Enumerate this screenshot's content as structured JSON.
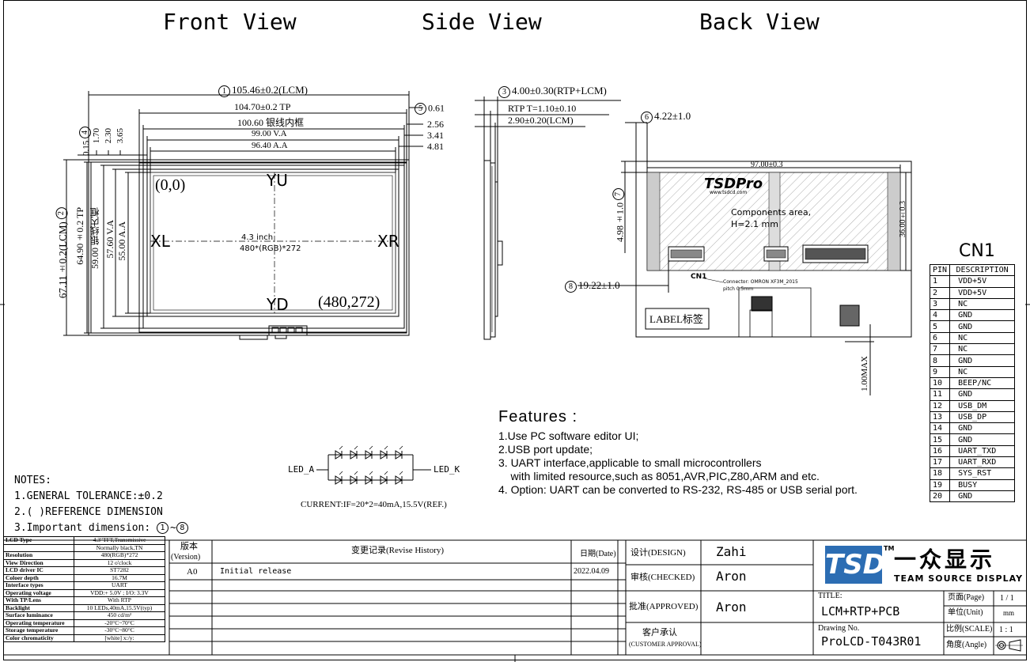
{
  "views": {
    "front": "Front View",
    "side": "Side View",
    "back": "Back View"
  },
  "front": {
    "dims_top": {
      "d1": "105.46±0.2(LCM)",
      "d1_num": "1",
      "d2": "104.70±0.2  TP",
      "d3": "100.60 银线内框",
      "d4": "99.00 V.A",
      "d5": "96.40 A.A",
      "d6": "0.61",
      "d6_num": "5",
      "d7": "2.56",
      "d8": "3.41",
      "d9": "4.81"
    },
    "dims_left": {
      "d1": "67.11±0.2(LCM)",
      "d1_num": "2",
      "d2": "64.90±0.2  TP",
      "d3": "59.00 银线内框",
      "d4": "57.60 V.A",
      "d5": "55.00 A.A",
      "v1": "0.15",
      "v1_num": "4",
      "v2": "1.70",
      "v3": "2.30",
      "v4": "3.65"
    },
    "labels": {
      "origin": "(0,0)",
      "end": "(480,272)",
      "yu": "YU",
      "yd": "YD",
      "xl": "XL",
      "xr": "XR",
      "size": "4.3 inch",
      "res": "480*(RGB)*272"
    }
  },
  "side": {
    "d1": "4.00±0.30(RTP+LCM)",
    "d1_num": "3",
    "d2": "RTP T=1.10±0.10",
    "d3": "2.90±0.20(LCM)"
  },
  "back": {
    "d_top": "97.00±0.3",
    "d_6": "4.22±1.0",
    "d_6_num": "6",
    "d_7": "4.98±1.0",
    "d_7_num": "7",
    "d_8": "19.22±1.0",
    "d_8_num": "8",
    "d_right": "36.00±0.3",
    "d_fpc": "1.00MAX",
    "logo": "TSDPro",
    "logo_url": "www.tsdcd.com",
    "components": "Components area,",
    "components_h": "H=2.1 mm",
    "cn1": "CN1",
    "connector": "Connector: OMRON XF3M_2015",
    "pitch": "pitch 0.5mm",
    "label": "LABEL标签"
  },
  "cn1_table": {
    "title": "CN1",
    "header": {
      "pin": "PIN",
      "desc": "DESCRIPTION"
    },
    "rows": [
      {
        "pin": "1",
        "desc": "VDD+5V"
      },
      {
        "pin": "2",
        "desc": "VDD+5V"
      },
      {
        "pin": "3",
        "desc": "NC"
      },
      {
        "pin": "4",
        "desc": "GND"
      },
      {
        "pin": "5",
        "desc": "GND"
      },
      {
        "pin": "6",
        "desc": "NC"
      },
      {
        "pin": "7",
        "desc": "NC"
      },
      {
        "pin": "8",
        "desc": "GND"
      },
      {
        "pin": "9",
        "desc": "NC"
      },
      {
        "pin": "10",
        "desc": "BEEP/NC"
      },
      {
        "pin": "11",
        "desc": "GND"
      },
      {
        "pin": "12",
        "desc": "USB_DM"
      },
      {
        "pin": "13",
        "desc": "USB_DP"
      },
      {
        "pin": "14",
        "desc": "GND"
      },
      {
        "pin": "15",
        "desc": "GND"
      },
      {
        "pin": "16",
        "desc": "UART_TXD"
      },
      {
        "pin": "17",
        "desc": "UART_RXD"
      },
      {
        "pin": "18",
        "desc": "SYS_RST"
      },
      {
        "pin": "19",
        "desc": "BUSY"
      },
      {
        "pin": "20",
        "desc": "GND"
      }
    ]
  },
  "features": {
    "title": "Features   :",
    "lines": [
      "1.Use PC software editor UI;",
      "2.USB port update;",
      "3. UART  interface,applicable to small microcontrollers",
      "    with limited resource,such as 8051,AVR,PIC,Z80,ARM and etc.",
      "4. Option: UART can be converted to RS-232,  RS-485 or USB serial port."
    ]
  },
  "led": {
    "a": "LED_A",
    "k": "LED_K",
    "current": "CURRENT:IF=20*2=40mA,15.5V(REF.)"
  },
  "notes": {
    "title": "NOTES:",
    "n1": "1.GENERAL TOLERANCE:±0.2",
    "n2": "2.(  )REFERENCE DIMENSION",
    "n3": "3.Important dimension:",
    "n3_a": "1",
    "n3_sep": "~",
    "n3_b": "8"
  },
  "spec": [
    {
      "k": "LCD Type",
      "v": "4.3\"TFT,Transmissive"
    },
    {
      "k": "",
      "v": "Normally black,TN"
    },
    {
      "k": "Resolution",
      "v": "480(RGB)*272"
    },
    {
      "k": "View Direction",
      "v": "12 o'clock"
    },
    {
      "k": "LCD driver IC",
      "v": "ST7282"
    },
    {
      "k": "Coloer depth",
      "v": "16.7M"
    },
    {
      "k": "Interface types",
      "v": "UART"
    },
    {
      "k": "Operating voltage",
      "v": "VDD:+ 5.0V ; I/O: 3.3V"
    },
    {
      "k": "With TP/Lens",
      "v": "With RTP"
    },
    {
      "k": "Backlight",
      "v": "10 LEDs,40mA,15.5V(typ)"
    },
    {
      "k": "Surface luminance",
      "v": "450 cd/m²"
    },
    {
      "k": "Operating temperature",
      "v": "-20°C~70°C"
    },
    {
      "k": "Storage temperature",
      "v": "-30°C~80°C"
    },
    {
      "k": "Color chromaticity",
      "v": "[white] x:/y:"
    }
  ],
  "revision": {
    "version_cn": "版本",
    "version_en": "(Version)",
    "history": "变更记录(Revise History)",
    "date_h": "日期(Date)",
    "row_ver": "A0",
    "row_desc": "Initial release",
    "row_date": "2022.04.09"
  },
  "titleblock": {
    "design_l": "设计(DESIGN)",
    "design_v": "Zahi",
    "checked_l": "审核(CHECKED)",
    "checked_v": "Aron",
    "approved_l": "批准(APPROVED)",
    "approved_v": "Aron",
    "customer_cn": "客户承认",
    "customer_en": "(CUSTOMER APPROVAL)",
    "title_l": "TITLE:",
    "title_v": "LCM+RTP+PCB",
    "drawing_l": "Drawing No.",
    "drawing_v": "ProLCD-T043R01",
    "page_l": "页面(Page)",
    "page_v": "1 / 1",
    "unit_l": "单位(Unit)",
    "unit_v": "mm",
    "scale_l": "比例(SCALE)",
    "scale_v": "1 : 1",
    "angle_l": "角度(Angle)",
    "brand_logo": "TSD",
    "brand_tm": "TM",
    "brand_cn": "一众显示",
    "brand_en": "TEAM SOURCE DISPLAY"
  }
}
